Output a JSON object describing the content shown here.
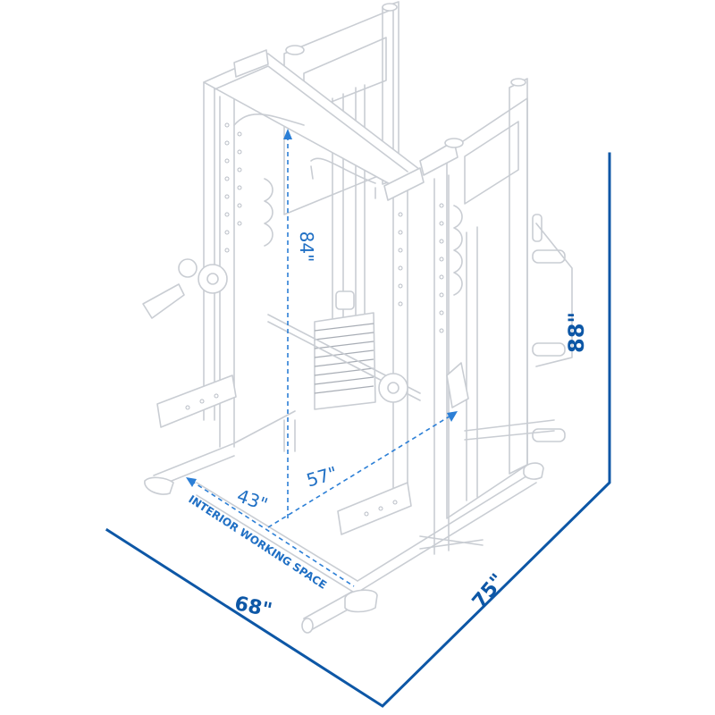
{
  "diagram": {
    "colors": {
      "dimension_outer": "#0d57a6",
      "dimension_inner": "#2c7fd6",
      "equipment_line": "#c9cdd3"
    },
    "dimensions": {
      "height_outer": "88\"",
      "width_outer": "68\"",
      "depth_outer": "75\"",
      "interior_height": "84\"",
      "interior_depth": "57\"",
      "interior_width": "43\""
    },
    "labels": {
      "interior_caption": "INTERIOR WORKING SPACE"
    }
  }
}
